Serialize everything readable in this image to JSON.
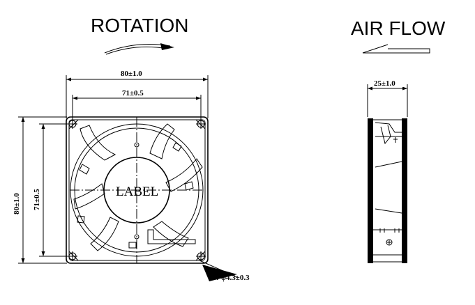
{
  "headings": {
    "rotation": "ROTATION",
    "air_flow": "AIR FLOW"
  },
  "dimensions": {
    "overall_width": "80±1.0",
    "hole_spacing_width": "71±0.5",
    "overall_height": "80±1.0",
    "hole_spacing_height": "71±0.5",
    "depth": "25±1.0",
    "hole_diameter": "4-φ4.3±0.3"
  },
  "hub_label": "LABEL"
}
